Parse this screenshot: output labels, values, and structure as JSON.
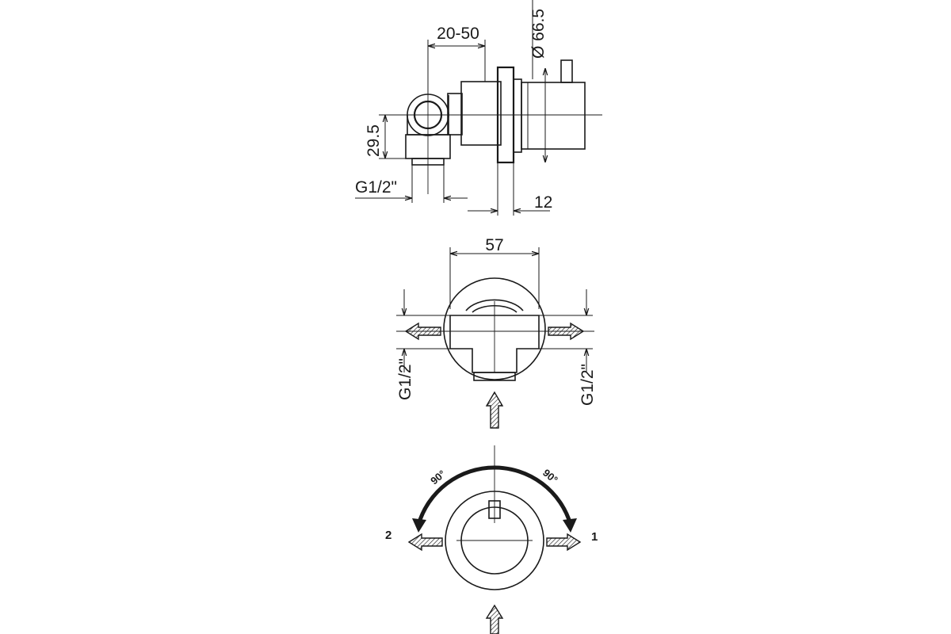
{
  "side_view": {
    "dim_depth": "20-50",
    "dim_diameter": "Ø 66.5",
    "dim_height": "29.5",
    "dim_thread": "G1/2\"",
    "dim_flange": "12"
  },
  "top_view": {
    "dim_width": "57",
    "thread_left": "G1/2\"",
    "thread_right": "G1/2\""
  },
  "front_view": {
    "angle_left": "90°",
    "angle_right": "90°",
    "outlet_left": "2",
    "outlet_right": "1"
  }
}
